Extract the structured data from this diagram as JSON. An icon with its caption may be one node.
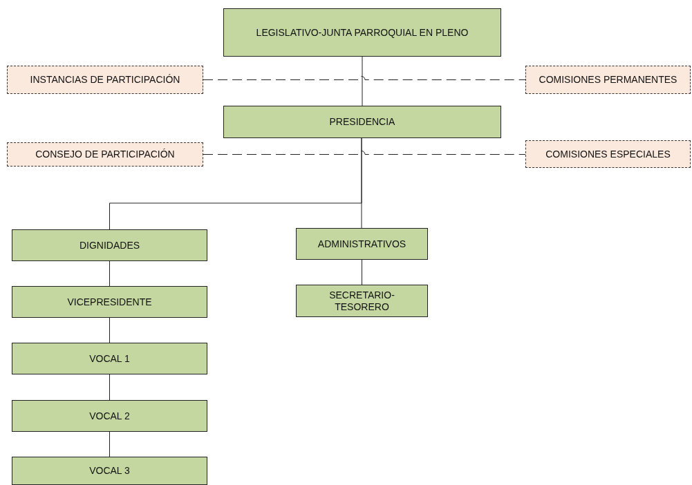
{
  "diagram": {
    "nodes": [
      {
        "text": [
          "LEGISLATIVO-JUNTA PARROQUIAL EN PLENO"
        ]
      },
      {
        "text": [
          "INSTANCIAS DE PARTICIPACIÓN"
        ]
      },
      {
        "text": [
          "COMISIONES PERMANENTES"
        ]
      },
      {
        "text": [
          "PRESIDENCIA"
        ]
      },
      {
        "text": [
          "CONSEJO DE PARTICIPACIÓN"
        ]
      },
      {
        "text": [
          "COMISIONES ESPECIALES"
        ]
      },
      {
        "text": [
          "DIGNIDADES"
        ]
      },
      {
        "text": [
          "ADMINISTRATIVOS"
        ]
      },
      {
        "text": [
          "VICEPRESIDENTE"
        ]
      },
      {
        "text": [
          "SECRETARIO- TESORERO"
        ]
      },
      {
        "text": [
          "VOCAL 1"
        ]
      },
      {
        "text": [
          "VOCAL 2"
        ]
      },
      {
        "text": [
          "VOCAL 3"
        ]
      }
    ],
    "edges": [
      {
        "from": 0,
        "to": 3,
        "arrow": "none"
      },
      {
        "from": 1,
        "to": 2,
        "arrow": "none",
        "style": "dashed"
      },
      {
        "from": 4,
        "to": 5,
        "arrow": "none",
        "style": "dashed"
      },
      {
        "from": 3,
        "to": 6,
        "arrow": "none"
      },
      {
        "from": 3,
        "to": 7,
        "arrow": "none"
      },
      {
        "from": 6,
        "to": 8,
        "arrow": "none"
      },
      {
        "from": 8,
        "to": 10,
        "arrow": "none"
      },
      {
        "from": 10,
        "to": 11,
        "arrow": "none"
      },
      {
        "from": 11,
        "to": 12,
        "arrow": "none"
      },
      {
        "from": 7,
        "to": 9,
        "arrow": "none"
      }
    ]
  }
}
